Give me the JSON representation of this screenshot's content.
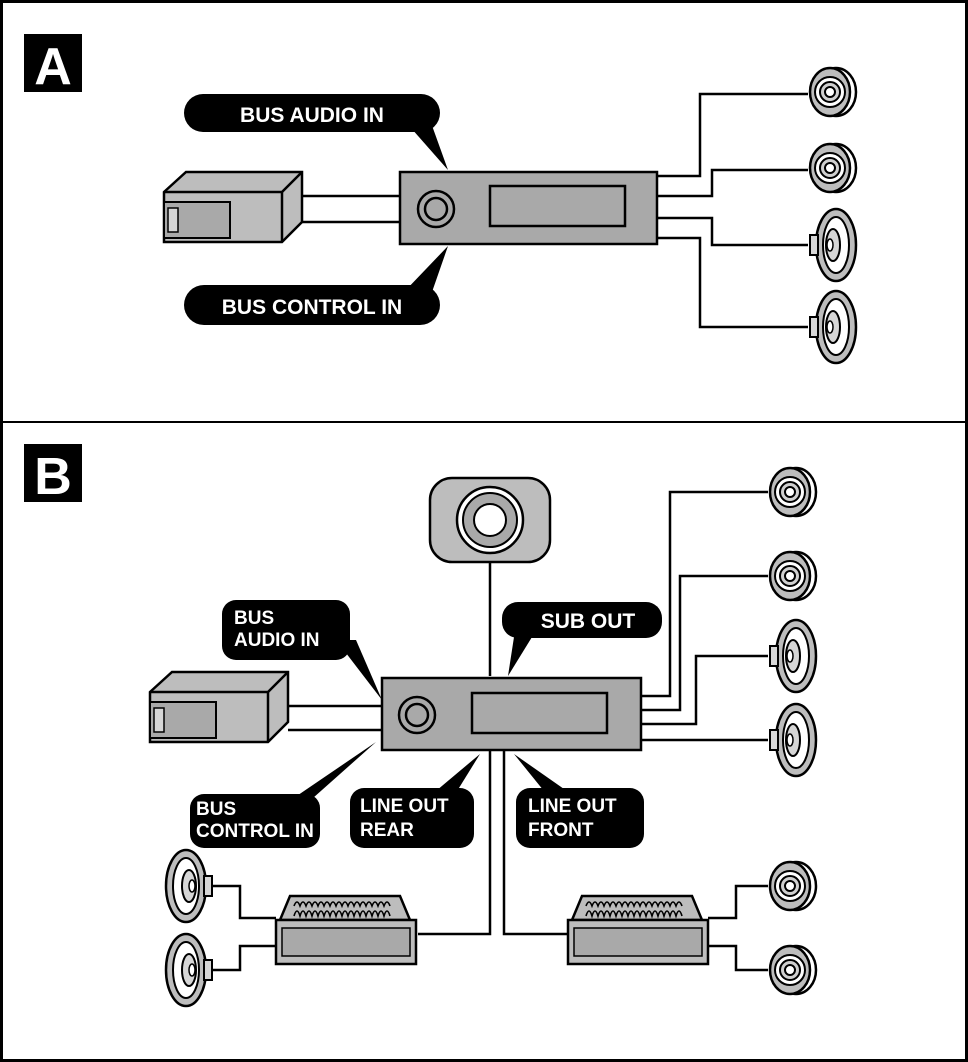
{
  "panels": [
    {
      "letter": "A",
      "labels": {
        "bus_audio_in": "BUS AUDIO IN",
        "bus_control_in": "BUS CONTROL IN"
      },
      "devices": [
        "cd-changer-icon",
        "head-unit-icon",
        "tweeter-icon",
        "tweeter-icon",
        "oval-speaker-icon",
        "oval-speaker-icon"
      ]
    },
    {
      "letter": "B",
      "labels": {
        "bus_audio_in_l1": "BUS",
        "bus_audio_in_l2": "AUDIO IN",
        "sub_out": "SUB OUT",
        "bus_control_in_l1": "BUS",
        "bus_control_in_l2": "CONTROL IN",
        "line_out_rear_l1": "LINE OUT",
        "line_out_rear_l2": "REAR",
        "line_out_front_l1": "LINE OUT",
        "line_out_front_l2": "FRONT"
      },
      "devices": [
        "subwoofer-icon",
        "cd-changer-icon",
        "head-unit-icon",
        "amplifier-icon",
        "amplifier-icon",
        "tweeter-icon",
        "oval-speaker-icon"
      ]
    }
  ],
  "colors": {
    "device_fill": "#a9a9a9",
    "label_bg": "#000000",
    "label_text": "#ffffff",
    "line": "#000000"
  }
}
